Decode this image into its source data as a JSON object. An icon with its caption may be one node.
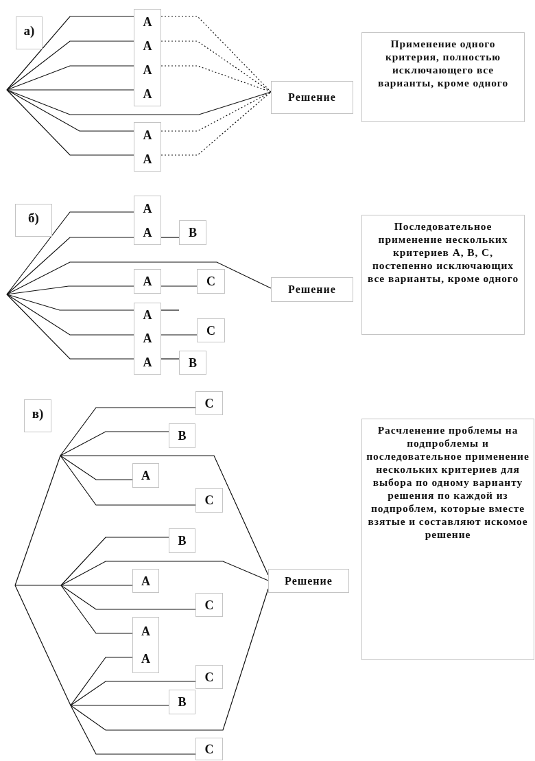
{
  "diagram": {
    "nodes": [
      {
        "text": [
          "а)"
        ]
      },
      {
        "text": [
          "A",
          "A",
          "A",
          "A"
        ]
      },
      {
        "text": [
          "Решение"
        ]
      },
      {
        "text": [
          "A",
          "A"
        ]
      },
      {
        "text": [
          "Применение одного критерия, полностью исключающего все варианты, кроме одного"
        ]
      },
      {
        "text": [
          "б)"
        ]
      },
      {
        "text": [
          "A",
          "A"
        ]
      },
      {
        "text": [
          "B"
        ]
      },
      {
        "text": [
          "Решение"
        ]
      },
      {
        "text": [
          "A"
        ]
      },
      {
        "text": [
          "C"
        ]
      },
      {
        "text": [
          "A",
          "A",
          "A"
        ]
      },
      {
        "text": [
          "C"
        ]
      },
      {
        "text": [
          "B"
        ]
      },
      {
        "text": [
          "Последовательное применение нескольких критериев A, B, C, постепенно исключающих все варианты, кроме одного"
        ]
      },
      {
        "text": [
          "в)"
        ]
      },
      {
        "text": [
          "C"
        ]
      },
      {
        "text": [
          "B"
        ]
      },
      {
        "text": [
          "A"
        ]
      },
      {
        "text": [
          "C"
        ]
      },
      {
        "text": [
          "B"
        ]
      },
      {
        "text": [
          "A"
        ]
      },
      {
        "text": [
          "Решение"
        ]
      },
      {
        "text": [
          "C"
        ]
      },
      {
        "text": [
          "A",
          "A"
        ]
      },
      {
        "text": [
          "C"
        ]
      },
      {
        "text": [
          "B"
        ]
      },
      {
        "text": [
          "C"
        ]
      },
      {
        "text": [
          "Расчленение проблемы на подпроблемы и последовательное применение нескольких критериев для выбора по одному варианту решения по каждой из подпроблем, которые вместе взятые и составляют искомое решение"
        ]
      }
    ],
    "edges": [
      {
        "from": null,
        "to": 1,
        "arrow": "none"
      },
      {
        "from": null,
        "to": 1,
        "arrow": "none"
      },
      {
        "from": null,
        "to": 1,
        "arrow": "none"
      },
      {
        "from": null,
        "to": 1,
        "arrow": "none"
      },
      {
        "from": null,
        "to": 2,
        "arrow": "none"
      },
      {
        "from": null,
        "to": 3,
        "arrow": "none"
      },
      {
        "from": null,
        "to": 3,
        "arrow": "none"
      },
      {
        "from": 1,
        "to": 2,
        "arrow": "none",
        "style": "dashed"
      },
      {
        "from": 1,
        "to": 2,
        "arrow": "none",
        "style": "dashed"
      },
      {
        "from": 1,
        "to": 2,
        "arrow": "none",
        "style": "dashed"
      },
      {
        "from": 3,
        "to": 2,
        "arrow": "none",
        "style": "dashed"
      },
      {
        "from": 3,
        "to": 2,
        "arrow": "none",
        "style": "dashed"
      },
      {
        "from": null,
        "to": 6,
        "arrow": "none"
      },
      {
        "from": null,
        "to": 6,
        "arrow": "none"
      },
      {
        "from": 6,
        "to": 7,
        "arrow": "none"
      },
      {
        "from": null,
        "to": 8,
        "arrow": "none"
      },
      {
        "from": null,
        "to": 9,
        "arrow": "none"
      },
      {
        "from": 9,
        "to": 10,
        "arrow": "none"
      },
      {
        "from": null,
        "to": 11,
        "arrow": "none"
      },
      {
        "from": null,
        "to": 11,
        "arrow": "none"
      },
      {
        "from": null,
        "to": 11,
        "arrow": "none"
      },
      {
        "from": 11,
        "to": 12,
        "arrow": "none"
      },
      {
        "from": 11,
        "to": 13,
        "arrow": "none"
      },
      {
        "from": 11,
        "to": null,
        "arrow": "none"
      },
      {
        "from": null,
        "to": 16,
        "arrow": "none"
      },
      {
        "from": null,
        "to": 17,
        "arrow": "none"
      },
      {
        "from": null,
        "to": 22,
        "arrow": "none"
      },
      {
        "from": null,
        "to": 18,
        "arrow": "none"
      },
      {
        "from": null,
        "to": 19,
        "arrow": "none"
      },
      {
        "from": null,
        "to": 20,
        "arrow": "none"
      },
      {
        "from": null,
        "to": 22,
        "arrow": "none"
      },
      {
        "from": null,
        "to": 21,
        "arrow": "none"
      },
      {
        "from": null,
        "to": 23,
        "arrow": "none"
      },
      {
        "from": null,
        "to": 24,
        "arrow": "none"
      },
      {
        "from": null,
        "to": 24,
        "arrow": "none"
      },
      {
        "from": null,
        "to": 25,
        "arrow": "none"
      },
      {
        "from": null,
        "to": 26,
        "arrow": "none"
      },
      {
        "from": null,
        "to": 22,
        "arrow": "none"
      },
      {
        "from": null,
        "to": 27,
        "arrow": "none"
      }
    ]
  }
}
